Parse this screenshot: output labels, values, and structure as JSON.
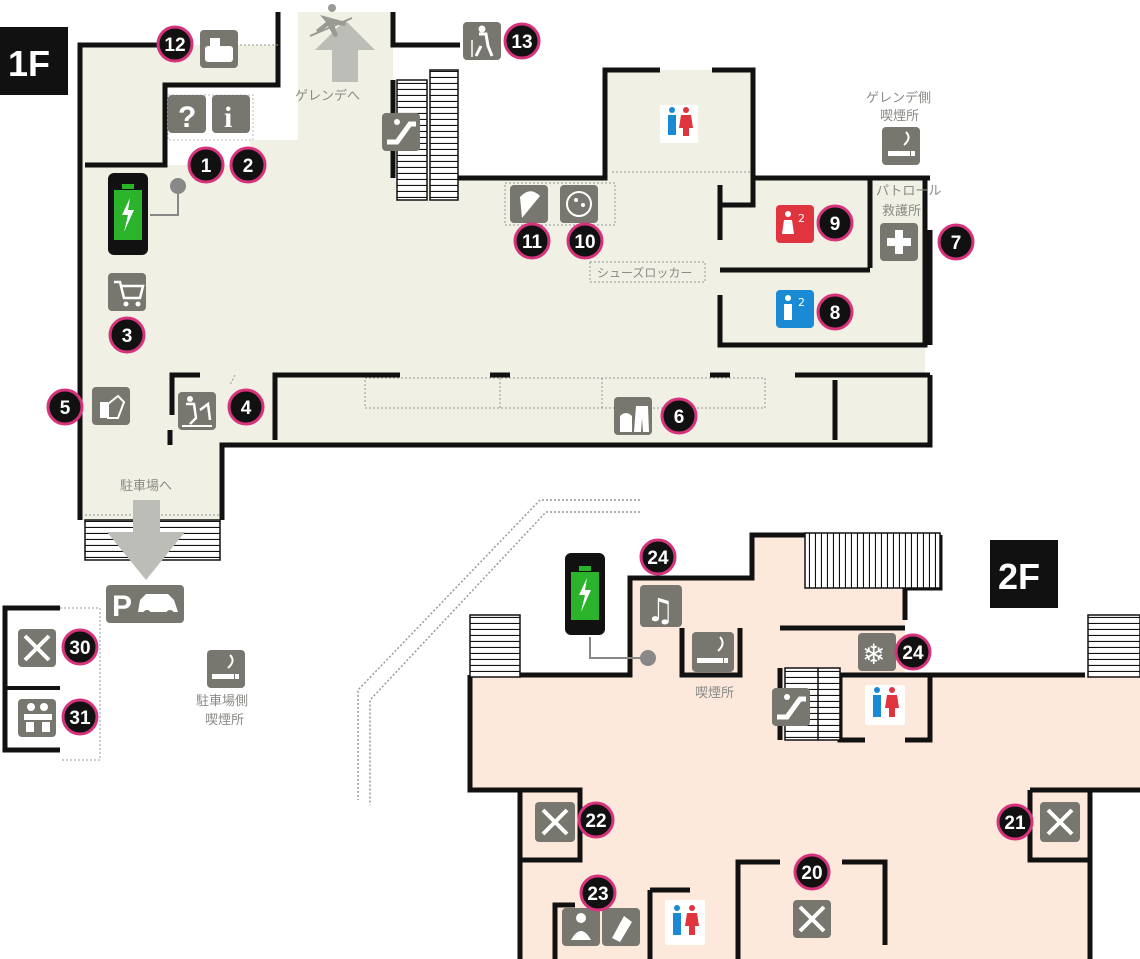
{
  "floors": {
    "f1": "1F",
    "f2": "2F"
  },
  "labels": {
    "to_slope": "ゲレンデへ",
    "to_parking": "駐車場へ",
    "slope_smoking_l1": "ゲレンデ側",
    "slope_smoking_l2": "喫煙所",
    "patrol_l1": "パトロール",
    "patrol_l2": "救護所",
    "shoe_lockers": "シューズロッカー",
    "parking_smoking_l1": "駐車場側",
    "parking_smoking_l2": "喫煙所",
    "smoking_2f": "喫煙所"
  },
  "markers": {
    "m1": "1",
    "m2": "2",
    "m3": "3",
    "m4": "4",
    "m5": "5",
    "m6": "6",
    "m7": "7",
    "m8": "8",
    "m9": "9",
    "m10": "10",
    "m11": "11",
    "m12": "12",
    "m13": "13",
    "m20": "20",
    "m21": "21",
    "m22": "22",
    "m23": "23",
    "m24a": "24",
    "m24b": "24",
    "m30": "30",
    "m31": "31"
  },
  "icon_glyphs": {
    "question": "?",
    "info": "i",
    "parking_p": "P",
    "snowflake": "❄",
    "music": "♫"
  },
  "colors": {
    "floor1": "#f0f0e4",
    "floor2": "#fde9dc",
    "wall": "#111111",
    "marker_fill": "#111111",
    "marker_ring": "#d6337c",
    "icon_bg": "#77776f",
    "mens_blue": "#1a8ad4",
    "womens_red": "#e0353f",
    "battery_green": "#2bb32b"
  }
}
